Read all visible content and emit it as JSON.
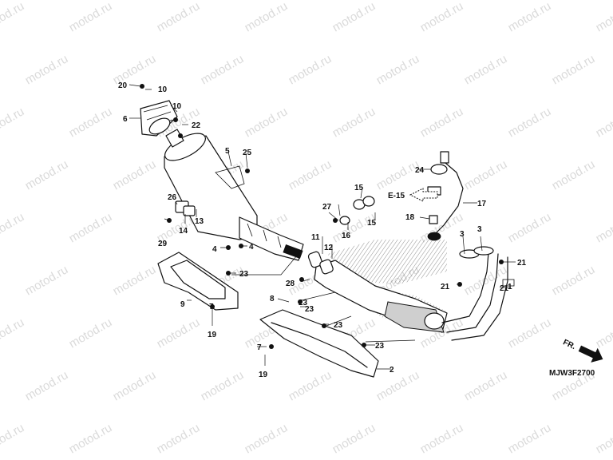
{
  "watermark": "motod.ru",
  "diagram_code": "MJW3F2700",
  "reference_label": "E-15",
  "direction_label": "FR.",
  "callouts": [
    "1",
    "2",
    "3",
    "3",
    "4",
    "4",
    "5",
    "6",
    "7",
    "7",
    "8",
    "9",
    "10",
    "10",
    "11",
    "12",
    "13",
    "14",
    "15",
    "15",
    "16",
    "17",
    "18",
    "19",
    "19",
    "20",
    "21",
    "21",
    "21",
    "22",
    "23",
    "23",
    "23",
    "23",
    "23",
    "24",
    "25",
    "26",
    "27",
    "28",
    "29"
  ]
}
